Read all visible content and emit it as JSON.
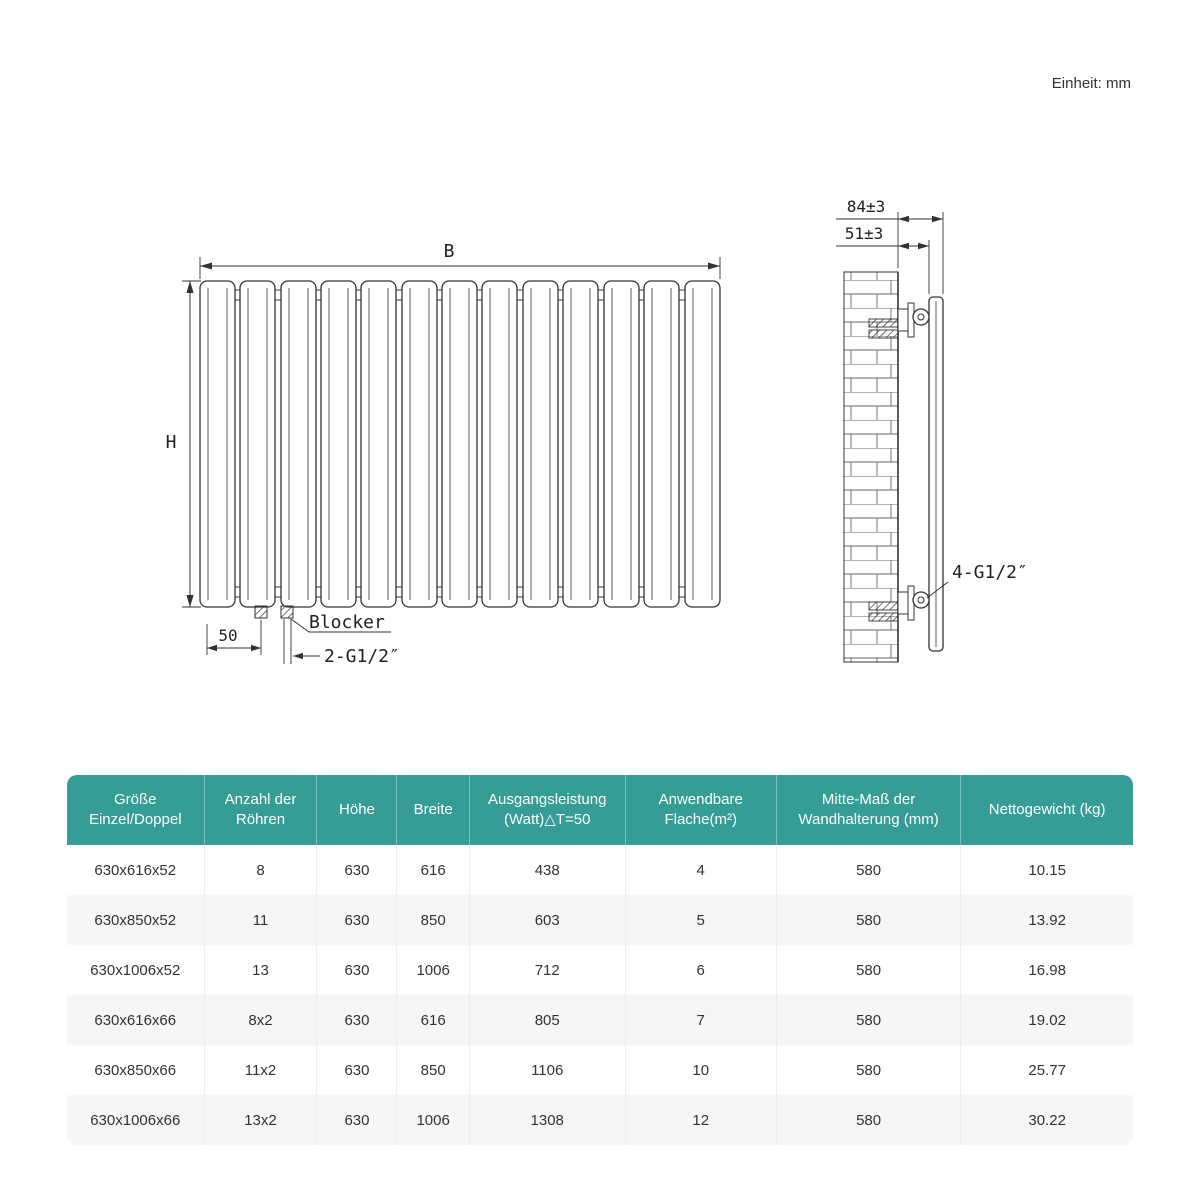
{
  "meta": {
    "unit_note": "Einheit: mm"
  },
  "drawing": {
    "front": {
      "dim_width": "B",
      "dim_height": "H",
      "dim_offset": "50",
      "label_blocker": "Blocker",
      "label_connection": "2-G1/2″"
    },
    "side": {
      "dim_depth_outer": "84±3",
      "dim_wall_distance": "51±3",
      "label_connection": "4-G1/2″"
    }
  },
  "table": {
    "headers": [
      "Größe\nEinzel/Doppel",
      "Anzahl der\nRöhren",
      "Höhe",
      "Breite",
      "Ausgangsleistung\n(Watt)△T=50",
      "Anwendbare\nFlache(m²)",
      "Mitte-Maß der\nWandhalterung (mm)",
      "Nettogewicht (kg)"
    ],
    "rows": [
      [
        "630x616x52",
        "8",
        "630",
        "616",
        "438",
        "4",
        "580",
        "10.15"
      ],
      [
        "630x850x52",
        "11",
        "630",
        "850",
        "603",
        "5",
        "580",
        "13.92"
      ],
      [
        "630x1006x52",
        "13",
        "630",
        "1006",
        "712",
        "6",
        "580",
        "16.98"
      ],
      [
        "630x616x66",
        "8x2",
        "630",
        "616",
        "805",
        "7",
        "580",
        "19.02"
      ],
      [
        "630x850x66",
        "11x2",
        "630",
        "850",
        "1106",
        "10",
        "580",
        "25.77"
      ],
      [
        "630x1006x66",
        "13x2",
        "630",
        "1006",
        "1308",
        "12",
        "580",
        "30.22"
      ]
    ],
    "colors": {
      "header_bg": "#359D95",
      "header_text": "#FFFFFF",
      "row_alt_bg": "#F5F6F6",
      "body_text": "#333333"
    }
  }
}
